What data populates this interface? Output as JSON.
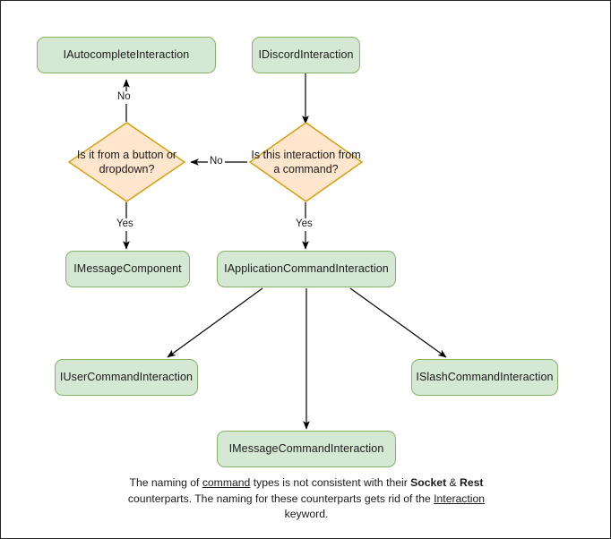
{
  "diagram": {
    "title": "Discord Interaction type hierarchy flowchart",
    "colors": {
      "process_fill": "#d5e8d4",
      "process_stroke": "#82b366",
      "decision_fill": "#ffe6cc",
      "decision_stroke": "#d79b00",
      "edge_stroke": "#000000",
      "canvas_border": "#262626",
      "text": "#1a1a1a"
    },
    "nodes": {
      "autocomplete": "IAutocompleteInteraction",
      "discord": "IDiscordInteraction",
      "decision_button": "Is it from a button or dropdown?",
      "decision_command": "Is this interaction from a command?",
      "message_component": "IMessageComponent",
      "application_command": "IApplicationCommandInteraction",
      "user_command": "IUserCommandInteraction",
      "message_command": "IMessageCommandInteraction",
      "slash_command": "ISlashCommandInteraction"
    },
    "edge_labels": {
      "no_up": "No",
      "no_left": "No",
      "yes_left": "Yes",
      "yes_right": "Yes"
    },
    "footnote": {
      "part1": "The naming of ",
      "underline1": "command",
      "part2": " types is not consistent with their ",
      "bold1": "Socket",
      "part3": " & ",
      "bold2": "Rest",
      "part4": " counterparts. The naming for these counterparts gets rid of the ",
      "underline2": "Interaction",
      "part5": " keyword."
    }
  }
}
